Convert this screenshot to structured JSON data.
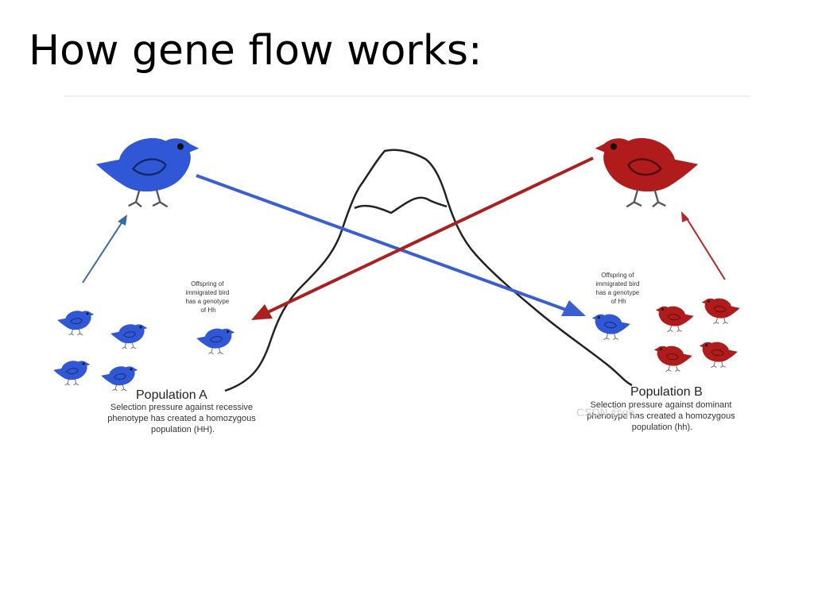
{
  "slide": {
    "title": "How gene flow works:"
  },
  "colors": {
    "population_a": "#2f57d6",
    "population_b": "#b01c1c",
    "mountain": "#222222",
    "migration_a": "#3a5fd0",
    "migration_b": "#a82020",
    "arrow_a_up": "#3a6aa8",
    "arrow_b_up": "#b02a2a"
  },
  "offspring_a": {
    "lines": [
      "Offspring of",
      "immigrated bird",
      "has a genotype",
      "of Hh"
    ]
  },
  "offspring_b": {
    "lines": [
      "Offspring of",
      "immigrated bird",
      "has a genotype",
      "of Hh"
    ]
  },
  "population_a": {
    "label": "Population A",
    "caption": [
      "Selection pressure against recessive",
      "phenotype has created a homozygous",
      "population (HH)."
    ]
  },
  "population_b": {
    "label": "Population B",
    "caption": [
      "Selection pressure against dominant",
      "phenotype has created a homozygous",
      "population (hh)."
    ]
  },
  "watermark": {
    "text": "CSDN @qq_..."
  },
  "icons": [
    "blue-bird-icon",
    "red-bird-icon",
    "mountain-icon",
    "arrow-icon"
  ]
}
